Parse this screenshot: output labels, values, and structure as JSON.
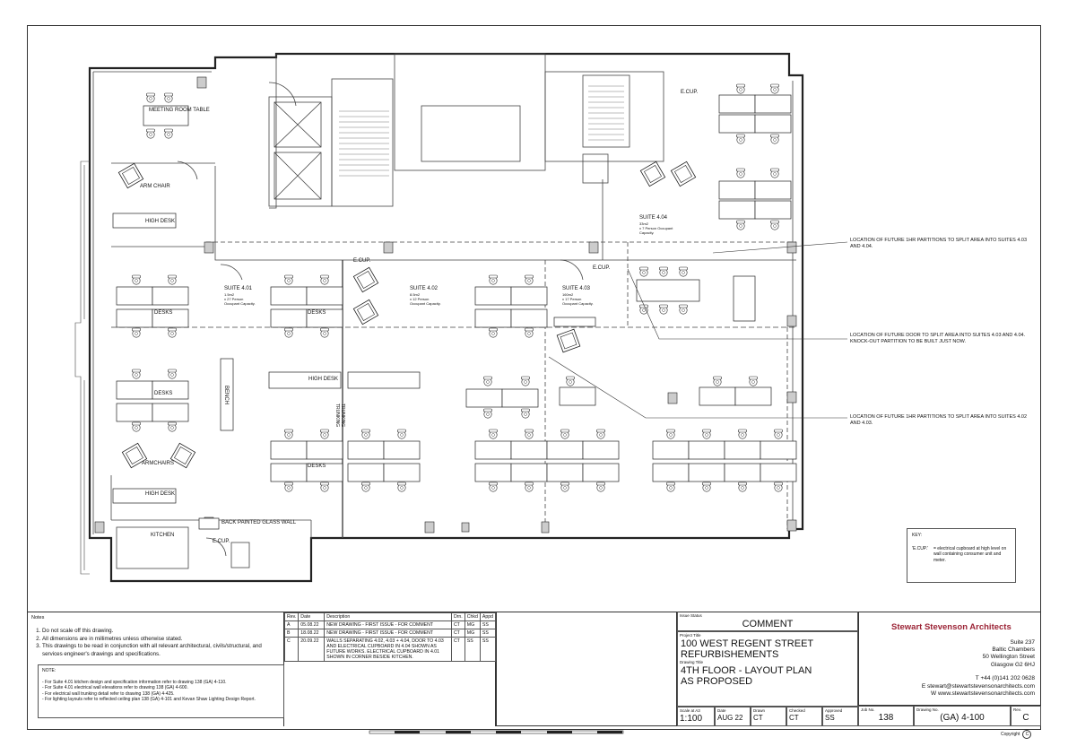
{
  "plan": {
    "rooms": {
      "meeting": "MEETING ROOM TABLE",
      "arm_chair": "ARM CHAIR",
      "high_desk_1": "HIGH DESK",
      "desks_1": "DESKS",
      "desks_2": "DESKS",
      "desks_3": "DESKS",
      "desks_4": "DESKS",
      "bench": "BENCH",
      "armchairs": "ARMCHAIRS",
      "high_desk_2": "HIGH DESK",
      "high_desk_3": "HIGH DESK",
      "kitchen": "KITCHEN",
      "back_glass": "BACK PAINTED GLASS WALL",
      "trunking_1": "TRUNKING",
      "trunking_2": "TRUNKING",
      "ecup_1": "E.CUP.",
      "ecup_2": "E.CUP.",
      "ecup_3": "E.CUP.",
      "ecup_4": "E.CUP."
    },
    "suites": [
      {
        "name": "SUITE 4.01",
        "area": "1.5m2",
        "occ": "x 27 Person",
        "occ2": "Occupant Capacity."
      },
      {
        "name": "SUITE 4.02",
        "area": "8.5m2",
        "occ": "x 12 Person",
        "occ2": "Occupant Capacity."
      },
      {
        "name": "SUITE 4.03",
        "area": "160m2",
        "occ": "x 17 Person",
        "occ2": "Occupant Capacity."
      },
      {
        "name": "SUITE 4.04",
        "area": "33m2",
        "occ": "x 7 Person Occupant",
        "occ2": "Capacity."
      }
    ],
    "annotations": [
      "LOCATION OF FUTURE 1HR PARTITIONS TO SPLIT AREA INTO SUITES 4.03 AND 4.04.",
      "LOCATION OF FUTURE DOOR TO SPLIT AREA INTO SUITES 4.03 AND 4.04. KNOCK-OUT PARTITION TO BE BUILT JUST NOW.",
      "LOCATION OF FUTURE 1HR PARTITIONS TO SPLIT AREA INTO SUITES 4.02 AND 4.03."
    ],
    "key": {
      "title": "KEY:",
      "code": "'E.CUP.'",
      "desc": "= electrical cupboard at high level on wall containing consumer unit and meter."
    }
  },
  "notes": {
    "heading": "Notes",
    "items": [
      "Do not scale off this drawing.",
      "All dimensions are in millimetres unless otherwise stated.",
      "This drawings to be read in conjunction with all relevant architectural, civils/structural, and services engineer's drawings and specifications."
    ],
    "box_title": "NOTE:",
    "box_lines": [
      "- For Suite 4.01 kitchen design and specification information refer to drawing 138 (GA) 4-110.",
      "- For Suite 4.01 electrical wall elevations refer to drawing 138 (GA) 4-600.",
      "- For electrical wall trunking detail refer to drawing 138 (GA) 4-425.",
      "- For lighting layouts refer to reflected ceiling plan 138 (GA) 4-101 and Kevan Shaw Lighting Design Report."
    ]
  },
  "revisions": {
    "headers": [
      "Rev.",
      "Date",
      "Description",
      "Drn.",
      "Chkd",
      "Appd"
    ],
    "rows": [
      [
        "A",
        "05.08.22",
        "NEW DRAWING - FIRST ISSUE - FOR COMMENT",
        "CT",
        "MG",
        "SS"
      ],
      [
        "B",
        "18.08.22",
        "NEW DRAWING - FIRST ISSUE - FOR COMMENT",
        "CT",
        "MG",
        "SS"
      ],
      [
        "C",
        "20.09.22",
        "WALLS SEPARATING 4.02, 4.03 + 4.04, DOOR TO 4.03 AND ELECTRICAL CUPBOARD IN 4.04 SHOWN AS FUTURE WORKS. ELECTRICAL CUPBOARD IN 4.01 SHOWN IN CORNER BESIDE KITCHEN.",
        "CT",
        "SS",
        "SS"
      ]
    ]
  },
  "title_block": {
    "issue_status_label": "Issue Status",
    "issue_status": "COMMENT",
    "project_title_label": "Project Title",
    "project_title_1": "100 WEST REGENT STREET",
    "project_title_2": "REFURBISHEMENTS",
    "drawing_title_label": "Drawing Title",
    "drawing_title_1": "4TH FLOOR - LAYOUT PLAN",
    "drawing_title_2": "AS PROPOSED",
    "scale_label": "Scale at A3",
    "scale": "1:100",
    "date_label": "Date",
    "date": "AUG 22",
    "drawn_label": "Drawn",
    "drawn": "CT",
    "checked_label": "Checked",
    "checked": "CT",
    "approved_label": "Approved",
    "approved": "SS",
    "job_label": "Job No.",
    "job": "138",
    "drawing_no_label": "Drawing No.",
    "drawing_no": "(GA) 4-100",
    "rev_label": "Rev.",
    "rev": "C"
  },
  "firm": {
    "name": "Stewart Stevenson Architects",
    "name_color": "#9b2335",
    "address": [
      "Suite 237",
      "Baltic Chambers",
      "50 Wellington Street",
      "Glasgow G2 6HJ"
    ],
    "phone": "T +44 (0)141 202 0628",
    "email": "E stewart@stewartstevensonarchitects.com",
    "web": "W www.stewartstevensonarchitects.com"
  },
  "copyright": "Copyright",
  "copyright_symbol": "C"
}
